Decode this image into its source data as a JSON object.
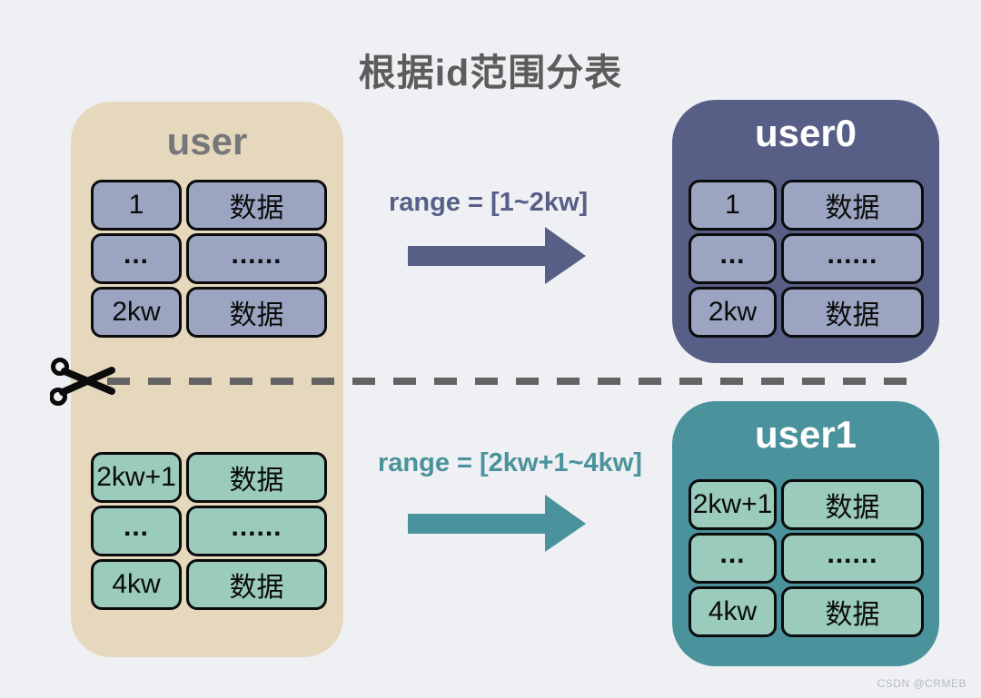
{
  "title": "根据id范围分表",
  "watermark": "CSDN @CRMEB",
  "colors": {
    "background": "#eef0f3",
    "source_panel": "#e5d8bc",
    "shard0_panel": "#575f87",
    "shard1_panel": "#4a929c",
    "row_blue": "#9ba5c2",
    "row_teal": "#9acbbd",
    "title_text": "#5c5c5c",
    "source_label": "#75777b",
    "dashed_line": "#636363"
  },
  "source_table": {
    "label": "user",
    "segment0_rows": [
      [
        "1",
        "数据"
      ],
      [
        "...",
        "......"
      ],
      [
        "2kw",
        "数据"
      ]
    ],
    "segment1_rows": [
      [
        "2kw+1",
        "数据"
      ],
      [
        "...",
        "......"
      ],
      [
        "4kw",
        "数据"
      ]
    ]
  },
  "shard0": {
    "label": "user0",
    "range_label": "range = [1~2kw]",
    "rows": [
      [
        "1",
        "数据"
      ],
      [
        "...",
        "......"
      ],
      [
        "2kw",
        "数据"
      ]
    ]
  },
  "shard1": {
    "label": "user1",
    "range_label": "range = [2kw+1~4kw]",
    "rows": [
      [
        "2kw+1",
        "数据"
      ],
      [
        "...",
        "......"
      ],
      [
        "4kw",
        "数据"
      ]
    ]
  }
}
